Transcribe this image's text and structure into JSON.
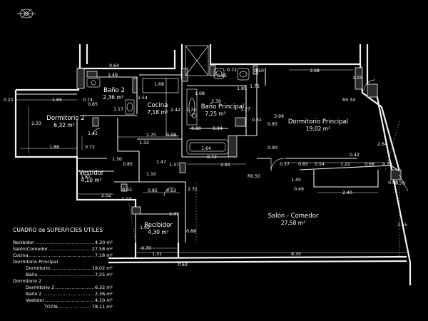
{
  "rooms": {
    "bano2": {
      "name": "Baño 2",
      "area": "2,36 m²"
    },
    "dormitorio2": {
      "name": "Dormitorio 2",
      "area": "6,32 m²"
    },
    "cocina": {
      "name": "Cocina",
      "area": "7,18 m²"
    },
    "bano_principal": {
      "name": "Baño Principal",
      "area": "7,25 m²"
    },
    "dormitorio_principal": {
      "name": "Dormitorio Principal",
      "area": "19,02 m²"
    },
    "vestidor": {
      "name": "Vestidor",
      "area": "4,10 m²"
    },
    "salon": {
      "name": "Salón - Comedor",
      "area": "27,58 m²"
    },
    "recibidor": {
      "name": "Recibidor",
      "area": "4,30 m²"
    }
  },
  "dims": {
    "d064": "0.64",
    "d149": "1.49",
    "d168": "1.68",
    "d072a": "0.72",
    "d085a": "0.85",
    "d050a": "0.50",
    "d368": "3.68",
    "d105a": "1.05",
    "d034": "R0.34",
    "d021": "0.21",
    "d165": "1.65",
    "d074": "0.74",
    "d085b": "0.85",
    "d117": "1.17",
    "d154": "1.54",
    "d108": "1.08",
    "d230": "2.30",
    "d185": "1.85",
    "d175": "1.75",
    "d233": "2.33",
    "d242": "2.42",
    "d174": "1.74",
    "d127": "1.27",
    "d399": "3.99",
    "d061": "0.61",
    "d085c": "0.85",
    "d080": "0.80",
    "d084": "0.84",
    "d142": "1.42",
    "d170": "1.70",
    "d058": "0.58",
    "d188": "1.88",
    "d072b": "0.72",
    "d132": "1.32",
    "d164": "1.64",
    "d090": "0.90",
    "d264": "2.64",
    "d042": "0.42",
    "d130": "1.30",
    "d085d": "0.85",
    "d147": "1.47",
    "d137": "1.37",
    "d072c": "0.72",
    "d291": "2.91",
    "d057": "0.57",
    "d085e": "0.85",
    "d054": "0.54",
    "d122": "1.22",
    "d068": "0.68",
    "d078": "0.78",
    "d187": "1.87",
    "d110": "1.10",
    "d050b": "R0.50",
    "d145": "1.45",
    "d049": "0.49",
    "d240": "2.40",
    "d090b": "0.90",
    "d070a": "0.70",
    "d202": "2.02",
    "d002": "0.02",
    "d085f": "0.85",
    "d063": "0.63",
    "d113": "1.13",
    "d231": "2.31",
    "d237": "2.37",
    "d105b": "1.05",
    "d088": "0.88",
    "d255": "2.55",
    "d070b": "0.70",
    "d131": "1.31",
    "d835": "8.35",
    "d063b": "0.63"
  },
  "table": {
    "title": "CUADRO de SUPERFICIES ÚTILES",
    "rows": [
      {
        "label": "Recibidor",
        "value": "4,30 m²"
      },
      {
        "label": "Salón/Comedor",
        "value": "27,58 m²"
      },
      {
        "label": "Cocina",
        "value": "7,18 m²"
      }
    ],
    "group1": "Dormitorio Principal",
    "group1_rows": [
      {
        "label": "Dormitorio",
        "value": "19,02 m²"
      },
      {
        "label": "Baño",
        "value": "7,25 m²"
      }
    ],
    "group2": "Dormitorio 2",
    "group2_rows": [
      {
        "label": "Dormitorio 2",
        "value": "6,32 m²"
      },
      {
        "label": "Baño 2",
        "value": "2,36 m²"
      },
      {
        "label": "Vestidor",
        "value": "4,10 m²"
      }
    ],
    "total_label": "TOTAL",
    "total_value": "78,11 m²"
  }
}
